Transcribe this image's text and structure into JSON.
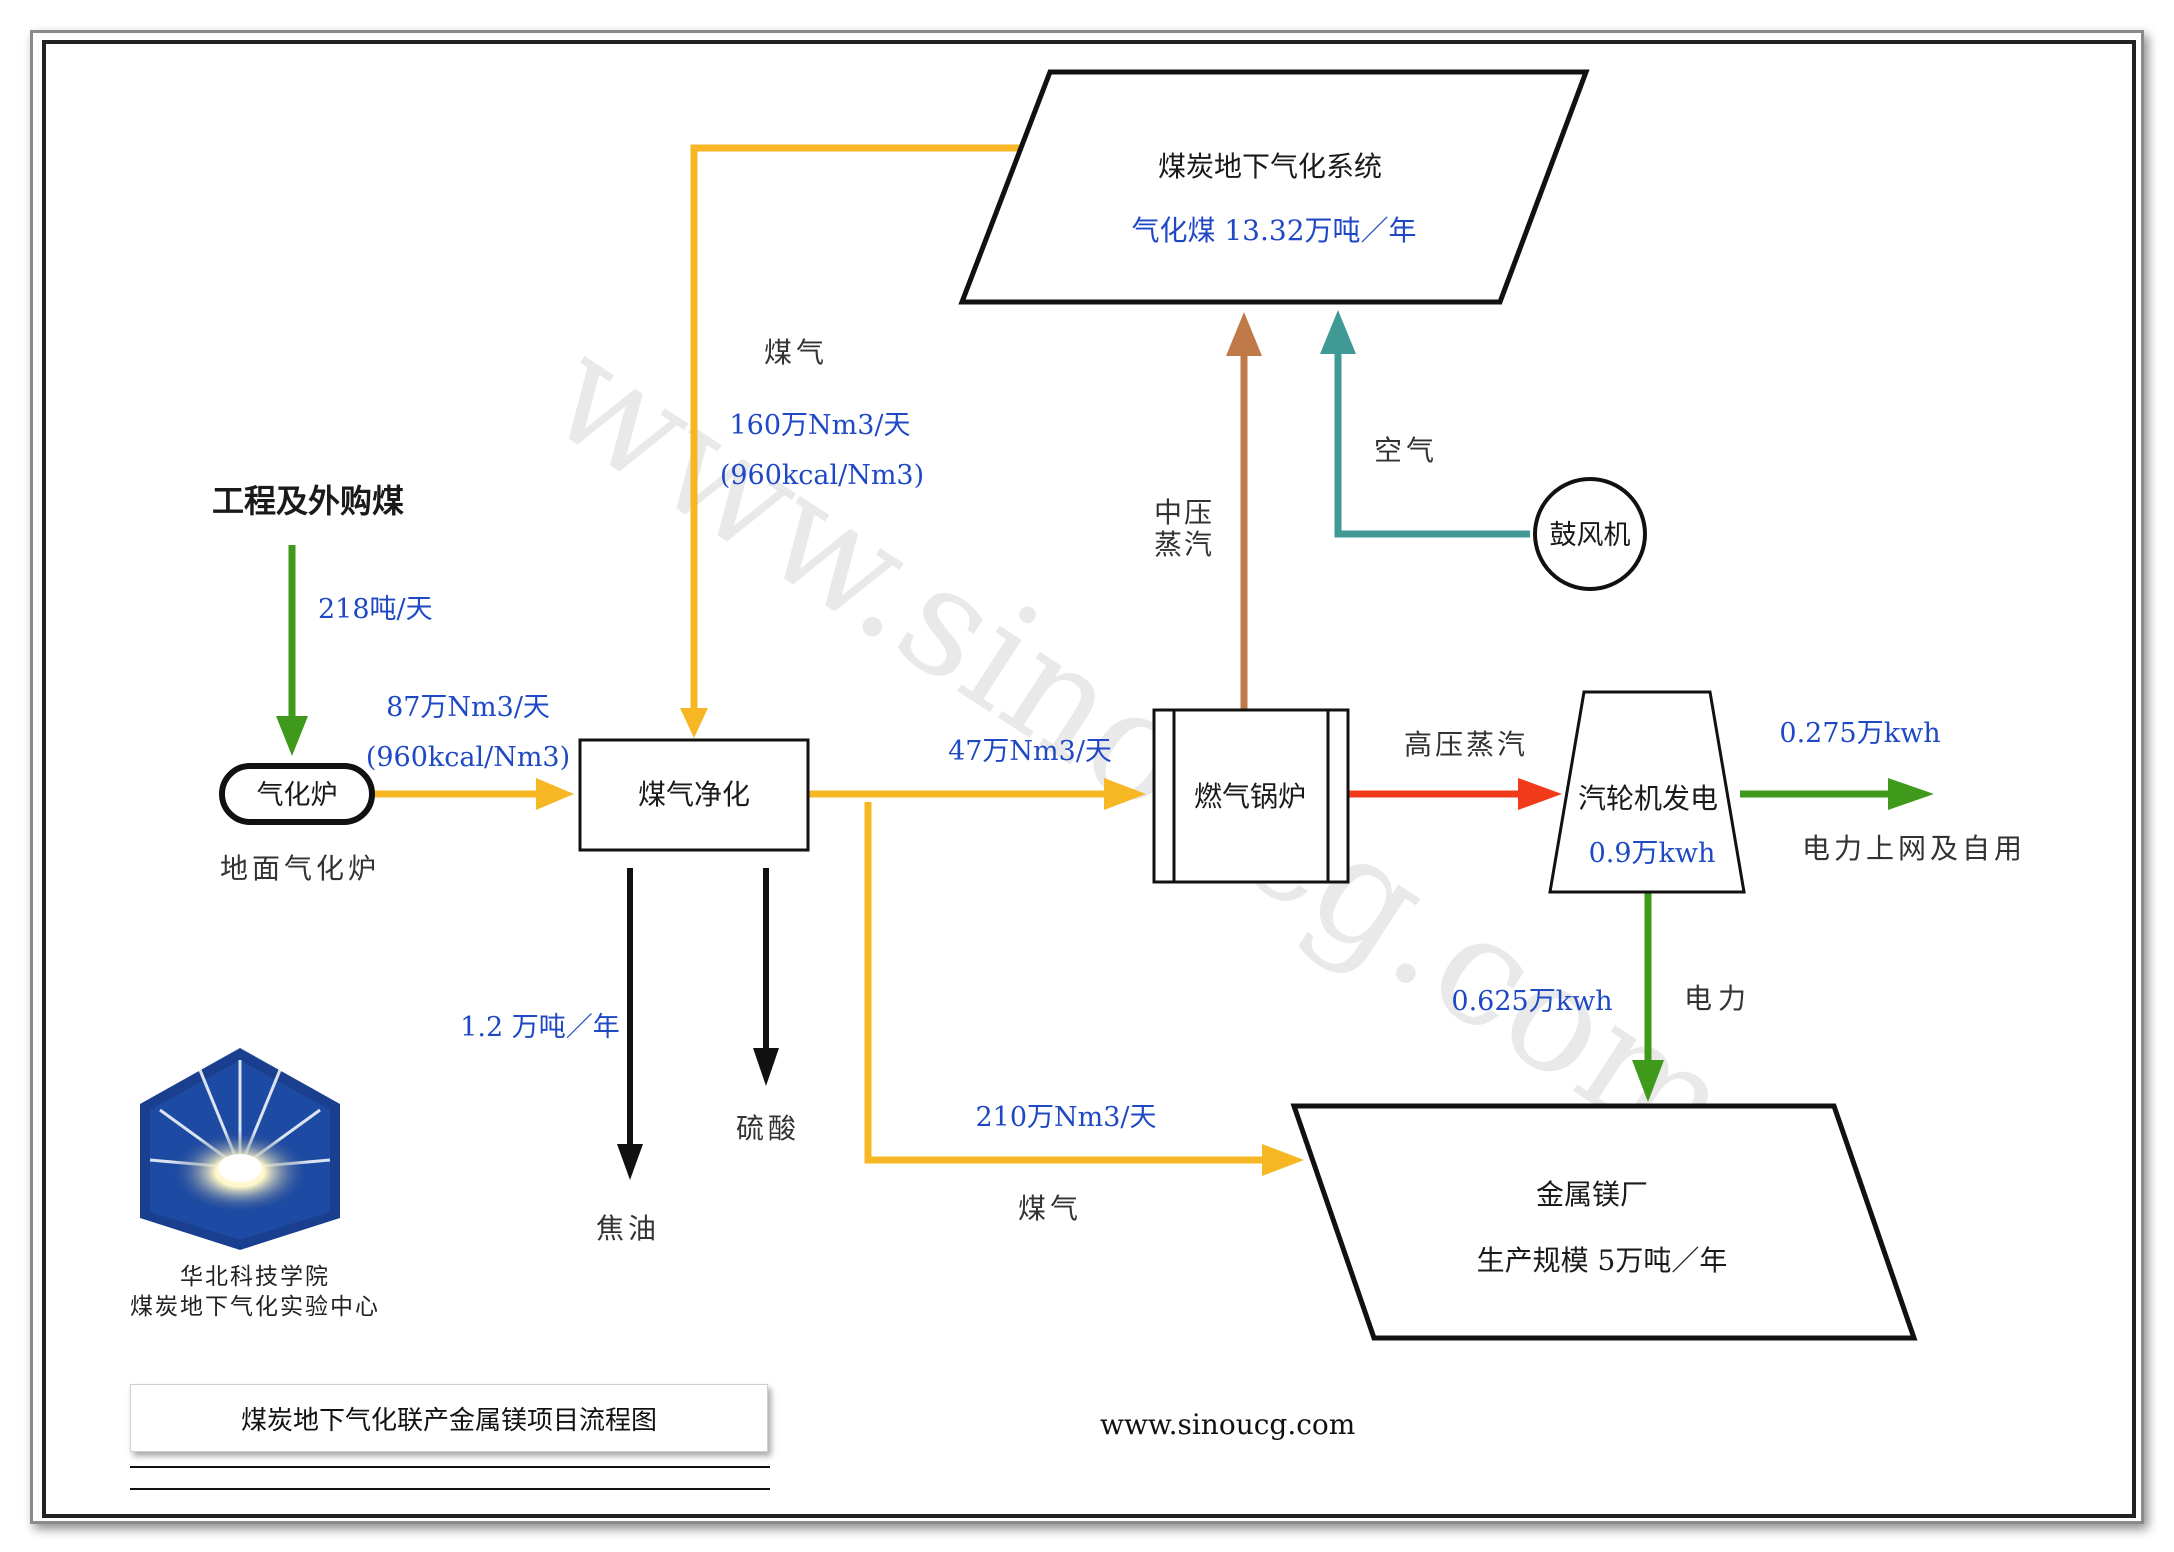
{
  "nodes": {
    "ucg_system": {
      "title": "煤炭地下气化系统",
      "sub": "气化煤  13.32万吨／年"
    },
    "blower": {
      "label": "鼓风机"
    },
    "gasifier": {
      "label": "气化炉",
      "caption": "地面气化炉"
    },
    "purify": {
      "label": "煤气净化"
    },
    "boiler": {
      "label": "燃气锅炉"
    },
    "turbine": {
      "label": "汽轮机发电",
      "sub": "0.9万kwh"
    },
    "mg_plant": {
      "title": "金属镁厂",
      "sub": "生产规模  5万吨／年"
    }
  },
  "flows": {
    "coal_source": "工程及外购煤",
    "coal_rate": "218吨/天",
    "gasifier_out_rate": "87万Nm3/天",
    "gasifier_out_cv": "(960kcal/Nm3)",
    "ucg_gas_label": "煤气",
    "ucg_gas_rate": "160万Nm3/天",
    "ucg_gas_cv": "(960kcal/Nm3)",
    "air_label": "空气",
    "steam_mid_1": "中压",
    "steam_mid_2": "蒸汽",
    "to_boiler_rate": "47万Nm3/天",
    "steam_high": "高压蒸汽",
    "grid_rate": "0.275万kwh",
    "grid_label": "电力上网及自用",
    "power_label": "电力",
    "power_rate": "0.625万kwh",
    "tar_rate": "1.2 万吨／年",
    "tar_label": "焦油",
    "acid_label": "硫酸",
    "to_mg_rate": "210万Nm3/天",
    "to_mg_label": "煤气"
  },
  "organization": {
    "line1": "华北科技学院",
    "line2": "煤炭地下气化实验中心"
  },
  "diagram_title": "煤炭地下气化联产金属镁项目流程图",
  "footer_url": "www.sinoucg.com",
  "watermark": "www.sinoucg.com",
  "colors": {
    "gas": "#f7b623",
    "coal": "#3f9a1b",
    "steam_mid": "#c07a4a",
    "air": "#3f9a96",
    "steam_high": "#f03a1a",
    "black": "#111111",
    "blue_text": "#1f49c4",
    "logo_blue": "#1a3f8f"
  }
}
